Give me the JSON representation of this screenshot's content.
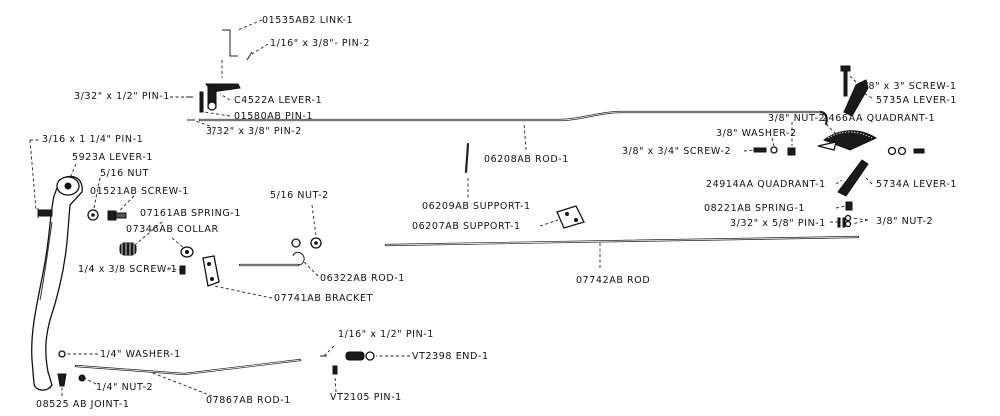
{
  "labels": {
    "link_01535ab2": "01535AB2 LINK-1",
    "pin_1_16_x_3_8": "1/16\" x 3/8\"- PIN-2",
    "pin_3_32_x_1_2": "3/32\" x 1/2\" PIN-1",
    "lever_c4522a": "C4522A LEVER-1",
    "pin_01580ab": "01580AB PIN-1",
    "pin_3_32_x_3_8": "3/32\" x 3/8\" PIN-2",
    "pin_3_16_x_1_1_4": "3/16 x 1 1/4\" PIN-1",
    "lever_5923a": "5923A LEVER-1",
    "nut_5_16": "5/16 NUT",
    "screw_01521ab": "01521AB SCREW-1",
    "spring_07161ab": "07161AB SPRING-1",
    "collar_07346ab": "07346AB COLLAR",
    "nut_5_16_2": "5/16 NUT-2",
    "screw_1_4_x_3_8": "1/4 x 3/8 SCREW-1",
    "rod_06322ab": "06322AB ROD-1",
    "bracket_07741ab": "07741AB BRACKET",
    "rod_06208ab": "06208AB ROD-1",
    "support_06209ab": "06209AB SUPPORT-1",
    "support_06207ab": "06207AB SUPPORT-1",
    "rod_07742ab": "07742AB ROD",
    "screw_3_8_x_3": "3/8\" x 3\" SCREW-1",
    "lever_5735a": "5735A LEVER-1",
    "nut_3_8_2_top": "3/8\" NUT-2",
    "quadrant_2466aa": "2466AA QUADRANT-1",
    "washer_3_8_2": "3/8\" WASHER-2",
    "screw_3_8_x_3_4": "3/8\" x 3/4\" SCREW-2",
    "quadrant_24914aa": "24914AA QUADRANT-1",
    "lever_5734a": "5734A LEVER-1",
    "spring_08221ab": "08221AB SPRING-1",
    "pin_3_32_x_5_8": "3/32\" x 5/8\" PIN-1",
    "nut_3_8_2_right": "3/8\" NUT-2",
    "pin_1_16_x_1_2": "1/16\" x 1/2\" PIN-1",
    "end_vt2398": "VT2398 END-1",
    "washer_1_4": "1/4\" WASHER-1",
    "nut_1_4_2": "1/4\" NUT-2",
    "joint_08525ab": "08525 AB JOINT-1",
    "rod_07867ab": "07867AB ROD-1",
    "pin_vt2105": "VT2105 PIN-1"
  },
  "icons": [
    "lever-icon",
    "rod-icon",
    "pin-icon",
    "nut-icon",
    "screw-icon",
    "spring-icon",
    "quadrant-icon",
    "bracket-icon",
    "support-icon",
    "washer-icon"
  ]
}
